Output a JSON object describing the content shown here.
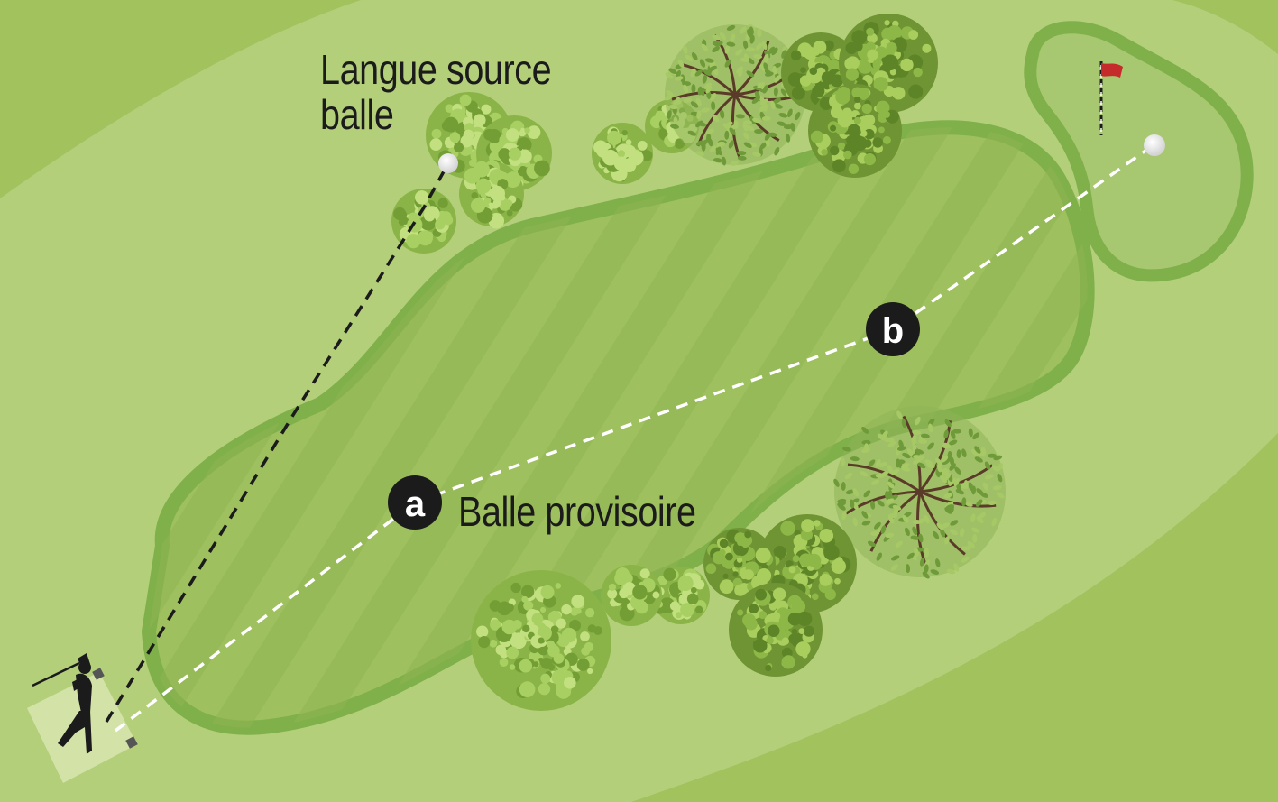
{
  "labels": {
    "source_ball": [
      "Langue source",
      "balle"
    ],
    "provisional_ball": "Balle provisoire"
  },
  "markers": {
    "a": "a",
    "b": "b"
  },
  "colors": {
    "rough_dark": "#a2c25d",
    "rough_light": "#b3cf7a",
    "fairway_edge": "#7fb04a",
    "fairway": "#9ec05e",
    "stripe": "#8fb552",
    "green": "#a7c870",
    "badge": "#1b1b1b",
    "flag": "#c62b2b"
  },
  "icons": [
    "golfer-icon",
    "flag-icon",
    "golf-ball-icon",
    "tree-icon",
    "shrub-icon"
  ]
}
